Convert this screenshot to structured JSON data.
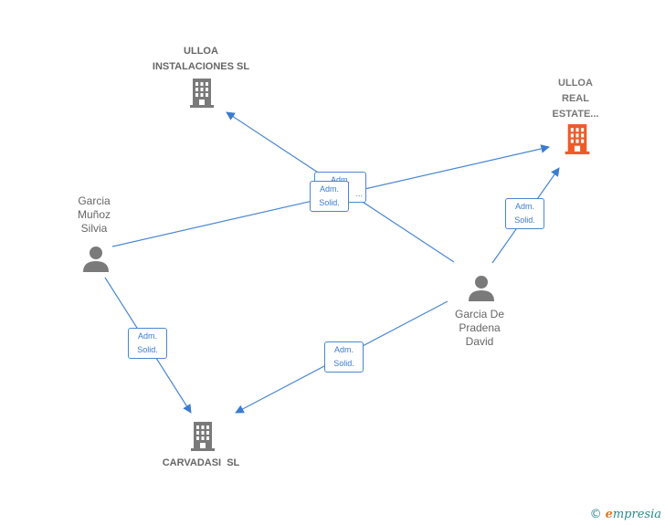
{
  "nodes": {
    "ulloa_instalaciones": {
      "line1": "ULLOA",
      "line2": "INSTALACIONES SL"
    },
    "ulloa_real_estate": {
      "line1": "ULLOA",
      "line2": "REAL",
      "line3": "ESTATE..."
    },
    "carvadasi": {
      "line1": "CARVADASI  SL"
    },
    "garcia_munoz": {
      "line1": "Garcia",
      "line2": "Muñoz",
      "line3": "Silvia"
    },
    "garcia_de_pradena": {
      "line1": "Garcia De",
      "line2": "Pradena",
      "line3": "David"
    }
  },
  "edges": {
    "back_label": {
      "line1": "Adm.",
      "line2": "..."
    },
    "front_label": {
      "line1": "Adm.",
      "line2": "Solid."
    },
    "real_estate_label": {
      "line1": "Adm.",
      "line2": "Solid."
    },
    "munoz_carvadasi_label": {
      "line1": "Adm.",
      "line2": "Solid."
    },
    "pradena_carvadasi_label": {
      "line1": "Adm.",
      "line2": "Solid."
    }
  },
  "colors": {
    "edge": "#4a86d0",
    "company_icon": "#7a7a7a",
    "highlight_company_icon": "#ee5a2a",
    "person_icon": "#7a7a7a"
  },
  "footer": {
    "copyright": "©",
    "brand_e": "e",
    "brand_rest": "mpresia"
  }
}
